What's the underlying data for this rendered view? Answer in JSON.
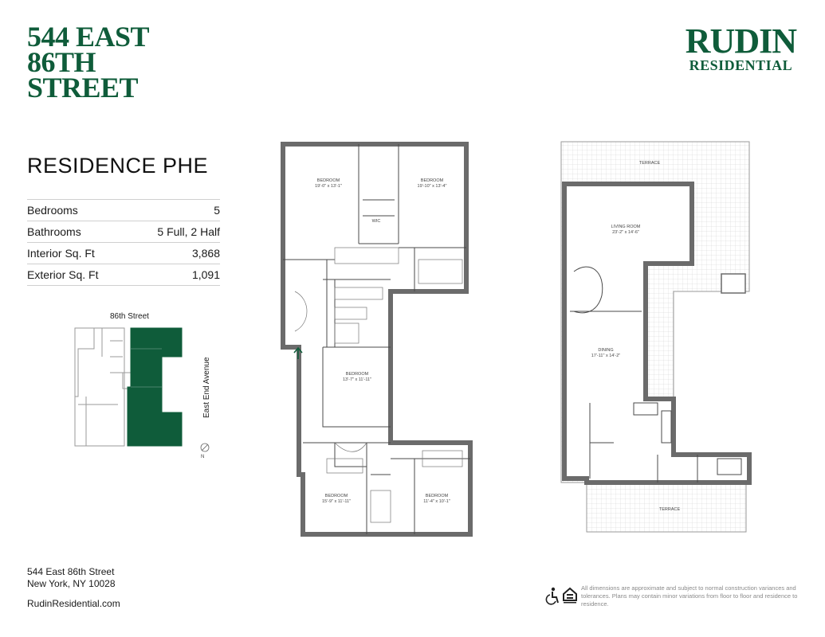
{
  "building": {
    "title_lines": [
      "544 EAST",
      "86TH",
      "STREET"
    ]
  },
  "logo": {
    "line1": "RUDIN",
    "line2": "RESIDENTIAL"
  },
  "residence": {
    "title": "RESIDENCE PHE",
    "specs": [
      {
        "label": "Bedrooms",
        "value": "5"
      },
      {
        "label": "Bathrooms",
        "value": "5 Full, 2 Half"
      },
      {
        "label": "Interior Sq. Ft",
        "value": "3,868"
      },
      {
        "label": "Exterior Sq. Ft",
        "value": "1,091"
      }
    ]
  },
  "key_plan": {
    "street_label": "86th Street",
    "avenue_label": "East End Avenue",
    "highlight_color": "#0f5c3a"
  },
  "floor_plan": {
    "rooms_lower": [
      {
        "name": "BEDROOM",
        "dims": "19'-0\" x 13'-1\""
      },
      {
        "name": "BEDROOM",
        "dims": "19'-10\" x 13'-4\""
      },
      {
        "name": "WIC",
        "dims": ""
      },
      {
        "name": "BEDROOM",
        "dims": "13'-7\" x 11'-11\""
      },
      {
        "name": "BEDROOM",
        "dims": "15'-9\" x 11'-11\""
      },
      {
        "name": "BEDROOM",
        "dims": "11'-4\" x 10'-1\""
      }
    ],
    "rooms_upper": [
      {
        "name": "TERRACE",
        "dims": ""
      },
      {
        "name": "LIVING ROOM",
        "dims": "23'-2\" x 14'-6\""
      },
      {
        "name": "DINING",
        "dims": "17'-11\" x 14'-2\""
      },
      {
        "name": "TERRACE",
        "dims": ""
      }
    ]
  },
  "footer": {
    "address_line1": "544 East 86th Street",
    "address_line2": "New York, NY 10028",
    "website": "RudinResidential.com",
    "disclaimer": "All dimensions are approximate and subject to normal construction variances and tolerances. Plans may contain minor variations from floor to floor and residence to residence."
  },
  "icons": [
    "accessibility-icon",
    "equal-housing-icon",
    "north-arrow-icon",
    "entry-arrow-icon"
  ],
  "colors": {
    "brand_green": "#0f5c3a",
    "wall": "#9a9a9a"
  }
}
